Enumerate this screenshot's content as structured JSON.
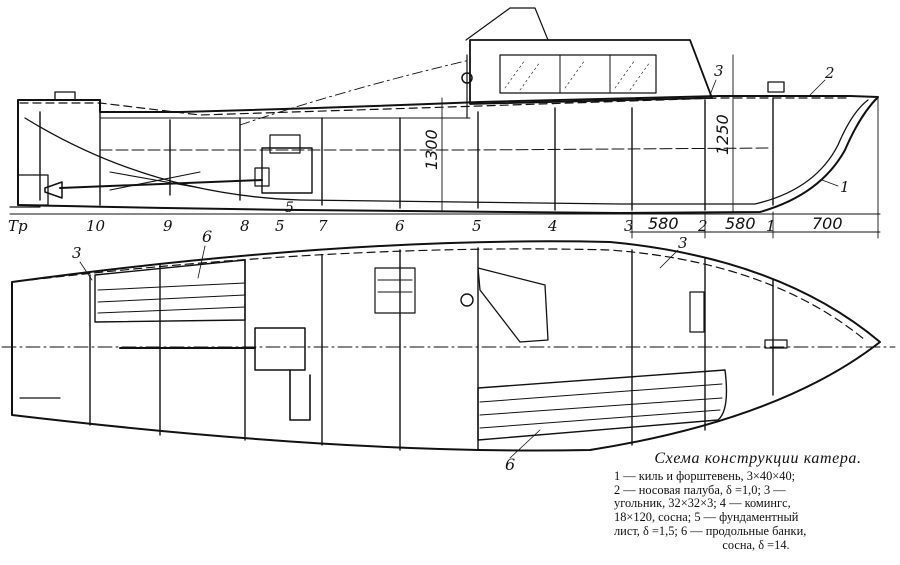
{
  "side_view": {
    "frame_labels": [
      "Тр",
      "10",
      "9",
      "8",
      "5",
      "7",
      "6",
      "5",
      "4",
      "3",
      "2",
      "1"
    ],
    "dimensions": {
      "height_1300": "1300",
      "height_1250": "1250",
      "spacing_a": "580",
      "spacing_b": "580",
      "bow_700": "700"
    },
    "callouts": {
      "c1": "1",
      "c2": "2",
      "c3": "3",
      "c5": "5"
    }
  },
  "plan_view": {
    "callouts": {
      "c3_left": "3",
      "c3_right": "3",
      "c6_top": "6",
      "c6_bottom": "6"
    }
  },
  "caption": {
    "title": "Схема конструкции катера.",
    "lines": [
      "1 — киль и форштевень, 3×40×40;",
      "2 — носовая палуба, δ =1,0; 3 —",
      "угольник, 32×32×3; 4 — комингс,",
      "18×120, сосна; 5 — фундаментный",
      "лист, δ =1,5; 6 — продольные банки,",
      "сосна, δ =14."
    ]
  }
}
